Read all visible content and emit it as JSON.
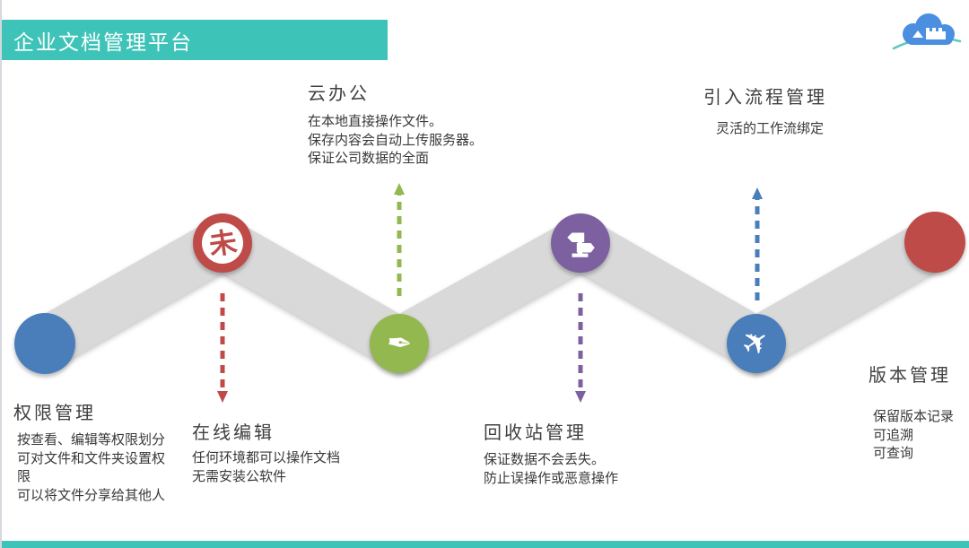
{
  "slide": {
    "title": "企业文档管理平台",
    "colors": {
      "banner": "#3EC3B8",
      "bottom_bar": "#3EC3B8",
      "ribbon": "#D9D9D9",
      "blue": "#4A7EBB",
      "red": "#BE4B48",
      "green": "#93B850",
      "purple": "#7D60A0",
      "logo_blue": "#4A8FE0",
      "logo_swoosh": "#5BC8C0"
    }
  },
  "features": [
    {
      "key": "cloud-office",
      "title": "云办公",
      "desc": "在本地直接操作文件。\n保存内容会自动上传服务器。\n保证公司数据的全面"
    },
    {
      "key": "process",
      "title": "引入流程管理",
      "desc": "灵活的工作流绑定"
    },
    {
      "key": "permission",
      "title": "权限管理",
      "desc": "按查看、编辑等权限划分\n可对文件和文件夹设置权限\n可以将文件分享给其他人"
    },
    {
      "key": "online-edit",
      "title": "在线编辑",
      "desc": "任何环境都可以操作文档\n无需安装公软件"
    },
    {
      "key": "recycle",
      "title": "回收站管理",
      "desc": "保证数据不会丢失。\n防止误操作或恶意操作"
    },
    {
      "key": "version",
      "title": "版本管理",
      "desc": "保留版本记录\n可追溯\n可查询"
    }
  ],
  "icons": {
    "seal": "未",
    "pen": "✒",
    "plane": "✈"
  }
}
